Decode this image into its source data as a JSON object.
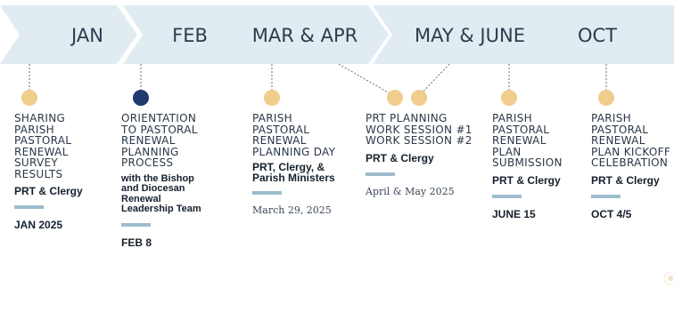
{
  "colors": {
    "chevron": "#e0ecf2",
    "dot_gold": "#f0cd8c",
    "dot_navy": "#1f3a6e",
    "bar": "#9dbccc",
    "connector": "#6e6e6e"
  },
  "months": [
    "JAN",
    "FEB",
    "MAR & APR",
    "MAY & JUNE",
    "OCT"
  ],
  "events": [
    {
      "title": "SHARING\nPARISH\nPASTORAL\nRENEWAL\nSURVEY\nRESULTS",
      "who": "PRT & Clergy",
      "detail": "",
      "date": "JAN 2025",
      "dot": "gold"
    },
    {
      "title": "ORIENTATION\nTO PASTORAL\nRENEWAL\nPLANNING\nPROCESS",
      "who": "",
      "detail": "with the Bishop\nand Diocesan\nRenewal\nLeadership Team",
      "date": "FEB 8",
      "dot": "navy"
    },
    {
      "title": "PARISH\nPASTORAL\nRENEWAL\nPLANNING DAY",
      "who": "PRT, Clergy, &\nParish Ministers",
      "detail": "",
      "date": "March 29, 2025",
      "dot": "gold"
    },
    {
      "title": "PRT PLANNING\nWORK SESSION #1\nWORK SESSION #2",
      "who": "PRT & Clergy",
      "detail": "",
      "date": "April & May 2025",
      "dot": "gold"
    },
    {
      "title": "PARISH\nPASTORAL\nRENEWAL\nPLAN\nSUBMISSION",
      "who": "PRT & Clergy",
      "detail": "",
      "date": "JUNE 15",
      "dot": "gold"
    },
    {
      "title": "PARISH\nPASTORAL\nRENEWAL\nPLAN KICKOFF\nCELEBRATION",
      "who": "PRT & Clergy",
      "detail": "",
      "date": "OCT 4/5",
      "dot": "gold"
    }
  ]
}
